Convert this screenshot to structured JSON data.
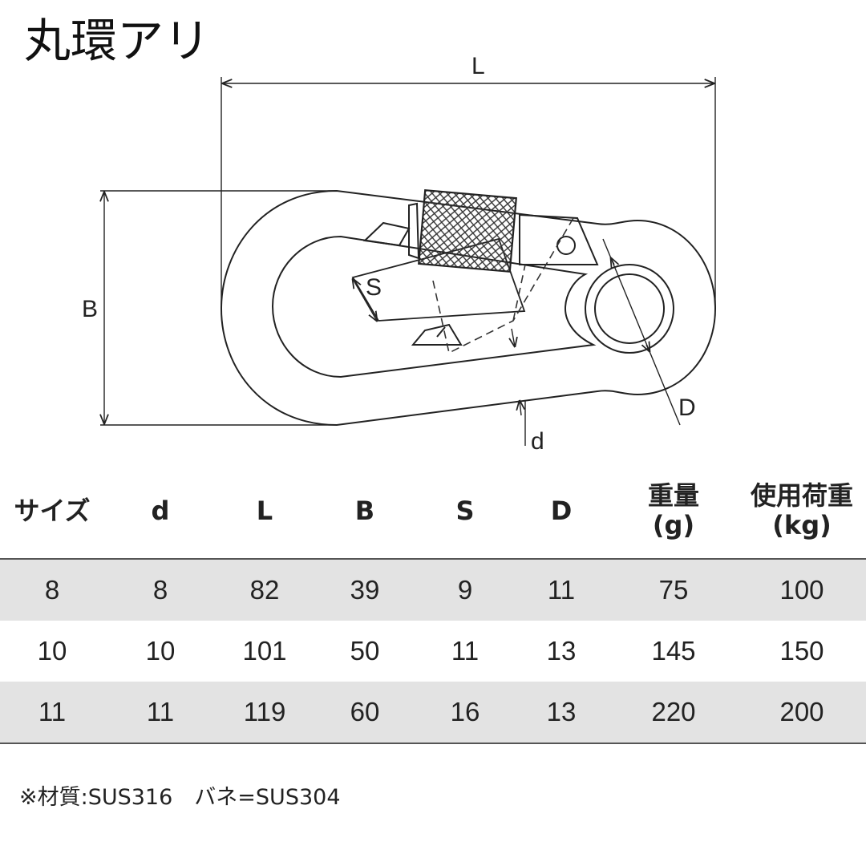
{
  "title": "丸環アリ",
  "diagram": {
    "labels": {
      "L": "L",
      "B": "B",
      "S": "S",
      "D": "D",
      "d": "d"
    }
  },
  "table": {
    "headers": [
      {
        "label": "サイズ",
        "unit": ""
      },
      {
        "label": "d",
        "unit": ""
      },
      {
        "label": "L",
        "unit": ""
      },
      {
        "label": "B",
        "unit": ""
      },
      {
        "label": "S",
        "unit": ""
      },
      {
        "label": "D",
        "unit": ""
      },
      {
        "label": "重量",
        "unit": "(g)"
      },
      {
        "label": "使用荷重",
        "unit": "(kg)"
      }
    ],
    "rows": [
      [
        "8",
        "8",
        "82",
        "39",
        "9",
        "11",
        "75",
        "100"
      ],
      [
        "10",
        "10",
        "101",
        "50",
        "11",
        "13",
        "145",
        "150"
      ],
      [
        "11",
        "11",
        "119",
        "60",
        "16",
        "13",
        "220",
        "200"
      ]
    ]
  },
  "note": "※材質:SUS316　バネ=SUS304",
  "colors": {
    "row_shade": "#e3e3e3",
    "line": "#222222"
  }
}
